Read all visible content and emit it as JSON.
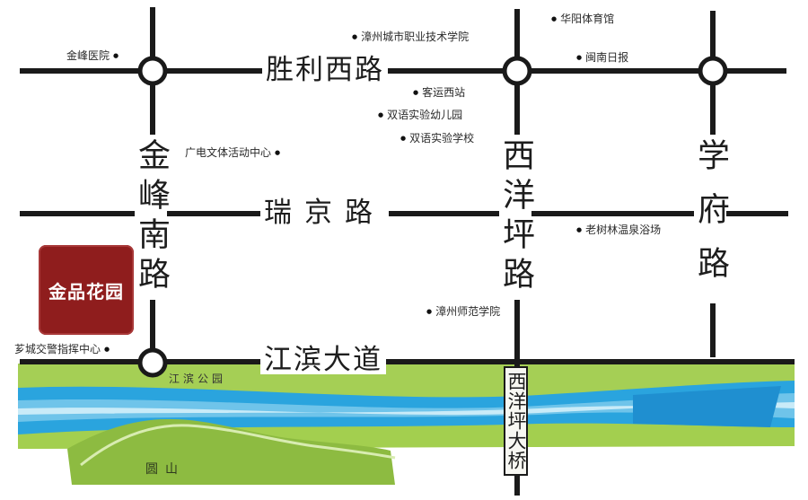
{
  "roads": {
    "shengli_west": "胜利西路",
    "ruijing": "瑞京路",
    "jiangbin_avenue": "江滨大道",
    "jinfeng_south": "金峰南路",
    "xiyangping": "西洋坪路",
    "xuefu": "学府路"
  },
  "bridge": "西洋坪大桥",
  "pois": {
    "jinfeng_hospital": "金峰医院",
    "zhangzhou_vocational": "漳州城市职业技术学院",
    "huayang_stadium": "华阳体育馆",
    "minnan_daily": "闽南日报",
    "bus_station": "客运西站",
    "bilingual_kindergarten": "双语实验幼儿园",
    "bilingual_school": "双语实验学校",
    "broadcast_center": "广电文体活动中心",
    "laoshulin_spa": "老树林温泉浴场",
    "normal_university": "漳州师范学院",
    "traffic_police": "芗城交警指挥中心"
  },
  "park": "江滨公园",
  "hill": "圆山",
  "logo_text": "金品花园",
  "colors": {
    "road": "#1a1a1a",
    "logo_bg": "#8f1d1d",
    "river_blue": "#1ea3dd",
    "bank_green": "#8fc43c"
  },
  "icons": [
    "poi-marker-icon",
    "junction-circle-icon"
  ]
}
